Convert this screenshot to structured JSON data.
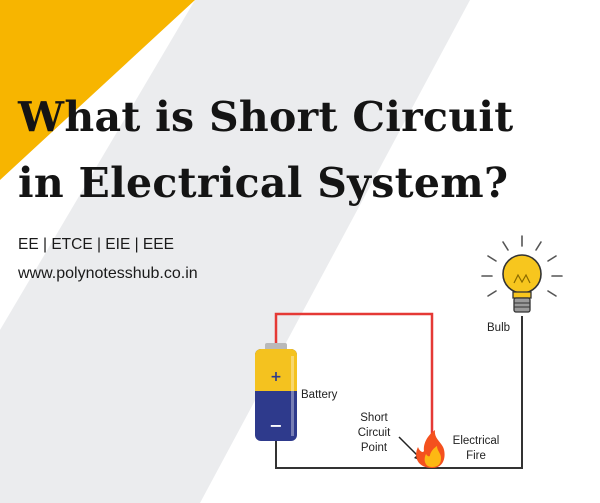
{
  "title_lines": [
    "What is Short Circuit",
    "in Electrical System?"
  ],
  "branches": "EE | ETCE | EIE | EEE",
  "website": "www.polynotesshub.co.in",
  "diagram": {
    "bulb_label": "Bulb",
    "battery_label": "Battery",
    "battery_plus": "+",
    "battery_minus": "−",
    "short_point_lines": [
      "Short",
      "Circuit",
      "Point"
    ],
    "fire_lines": [
      "Electrical",
      "Fire"
    ]
  },
  "colors": {
    "accent_yellow": "#F7B500",
    "stripe_gray": "#EBECEE",
    "wire_red": "#E53935",
    "wire_dark": "#333333",
    "battery_yellow": "#F4C21F",
    "battery_navy": "#2E3A8C"
  }
}
